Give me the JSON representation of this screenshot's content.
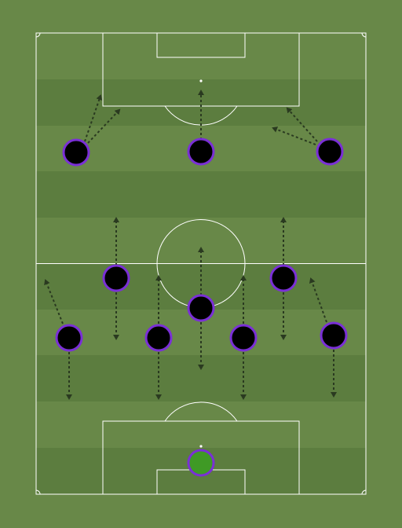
{
  "formation": {
    "colors": {
      "background": "#688848",
      "stripe_light": "#668745",
      "stripe_dark": "#5c7d3f",
      "line": "#ffffff",
      "player_fill": "#000000",
      "player_ring": "#7a2fd6",
      "goalkeeper_fill": "#3f9a25",
      "arrow": "#2a3a20"
    },
    "players": [
      {
        "id": "goalkeeper",
        "role": "goalkeeper"
      },
      {
        "id": "defender-left",
        "role": "outfield"
      },
      {
        "id": "defender-left-center",
        "role": "outfield"
      },
      {
        "id": "defender-right-center",
        "role": "outfield"
      },
      {
        "id": "defender-right",
        "role": "outfield"
      },
      {
        "id": "midfielder-left",
        "role": "outfield"
      },
      {
        "id": "midfielder-center",
        "role": "outfield"
      },
      {
        "id": "midfielder-right",
        "role": "outfield"
      },
      {
        "id": "forward-left",
        "role": "outfield"
      },
      {
        "id": "forward-center",
        "role": "outfield"
      },
      {
        "id": "forward-right",
        "role": "outfield"
      }
    ]
  }
}
